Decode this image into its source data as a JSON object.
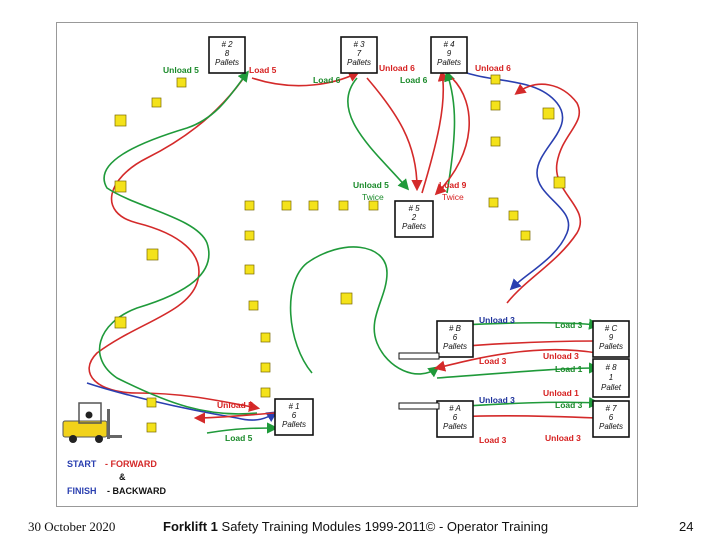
{
  "stations": {
    "s2": {
      "id": "# 2",
      "count": "8",
      "unit": "Pallets"
    },
    "s3": {
      "id": "# 3",
      "count": "7",
      "unit": "Pallets"
    },
    "s4": {
      "id": "# 4",
      "count": "9",
      "unit": "Pallets"
    },
    "s5": {
      "id": "# 5",
      "count": "2",
      "unit": "Pallets"
    },
    "sB": {
      "id": "# B",
      "count": "6",
      "unit": "Pallets"
    },
    "sC": {
      "id": "# C",
      "count": "9",
      "unit": "Pallets"
    },
    "s8": {
      "id": "# 8",
      "count": "1",
      "unit": "Pallet"
    },
    "sA": {
      "id": "# A",
      "count": "6",
      "unit": "Pallets"
    },
    "s7": {
      "id": "# 7",
      "count": "6",
      "unit": "Pallets"
    },
    "s1": {
      "id": "# 1",
      "count": "6",
      "unit": "Pallets"
    }
  },
  "labels": {
    "unload5_top": "Unload 5",
    "load5_top": "Load 5",
    "load6_a": "Load 6",
    "load6_b": "Load 6",
    "unload6_a": "Unload 6",
    "unload6_b": "Unload 6",
    "unload5_twice": "Unload 5",
    "twice_a": "Twice",
    "load9_twice": "Load 9",
    "twice_b": "Twice",
    "unload3_b": "Unload 3",
    "load3_c": "Load 3",
    "load3_b": "Load 3",
    "unload3_c": "Unload 3",
    "load1": "Load 1",
    "unload1": "Unload 1",
    "unload3_a": "Unload 3",
    "load3_7": "Load 3",
    "load3_a": "Load 3",
    "unload3_7": "Unload 3",
    "unload5_1": "Unload 5",
    "load5_1": "Load 5"
  },
  "legend": {
    "start": "START",
    "forward": "- FORWARD",
    "amp": "&",
    "finish": "FINISH",
    "backward": "- BACKWARD"
  },
  "colors": {
    "green": "#1f9a3a",
    "red": "#d42a2a",
    "blue": "#2a3fb0",
    "cone": "#f4e21a"
  },
  "footer": {
    "date": "30 October 2020",
    "brand": "Forklift 1",
    "title": " Safety Training Modules 1999-2011© - Operator Training",
    "page": "24"
  }
}
